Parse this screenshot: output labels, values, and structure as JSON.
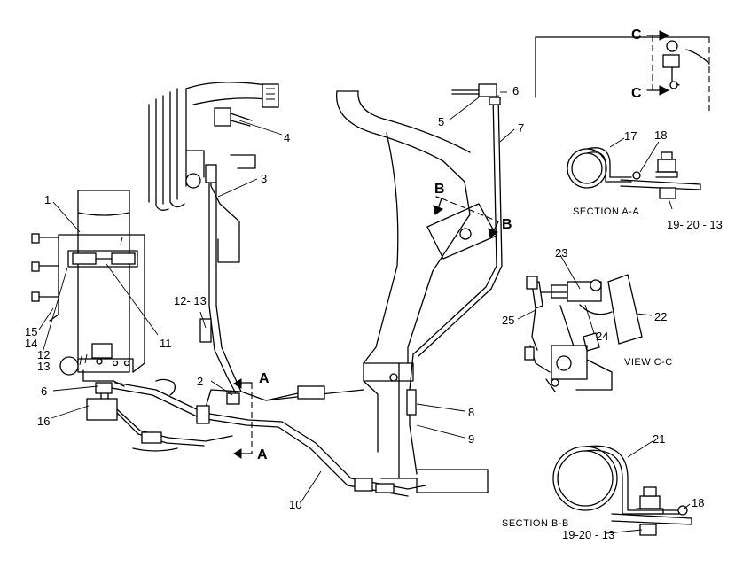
{
  "callouts": {
    "c1": "1",
    "c2": "2",
    "c3": "3",
    "c4": "4",
    "c5": "5",
    "c6_top": "6",
    "c6_left": "6",
    "c7": "7",
    "c8": "8",
    "c9": "9",
    "c10": "10",
    "c11": "11",
    "c12_left": "12",
    "c13_left": "13",
    "c14": "14",
    "c15": "15",
    "c16": "16",
    "c12_13_mid": "12- 13",
    "c17": "17",
    "c18_aa": "18",
    "c18_bb": "18",
    "c19_aa": "19- 20 - 13",
    "c19_bb": "19-20 - 13",
    "c21": "21",
    "c22": "22",
    "c23": "23",
    "c24": "24",
    "c25": "25"
  },
  "section_letters": {
    "a_top": "A",
    "a_bottom": "A",
    "b_left": "B",
    "b_right": "B",
    "c_top": "C",
    "c_bottom": "C"
  },
  "captions": {
    "section_aa": "SECTION A-A",
    "section_bb": "SECTION B-B",
    "view_cc": "VIEW C-C"
  }
}
